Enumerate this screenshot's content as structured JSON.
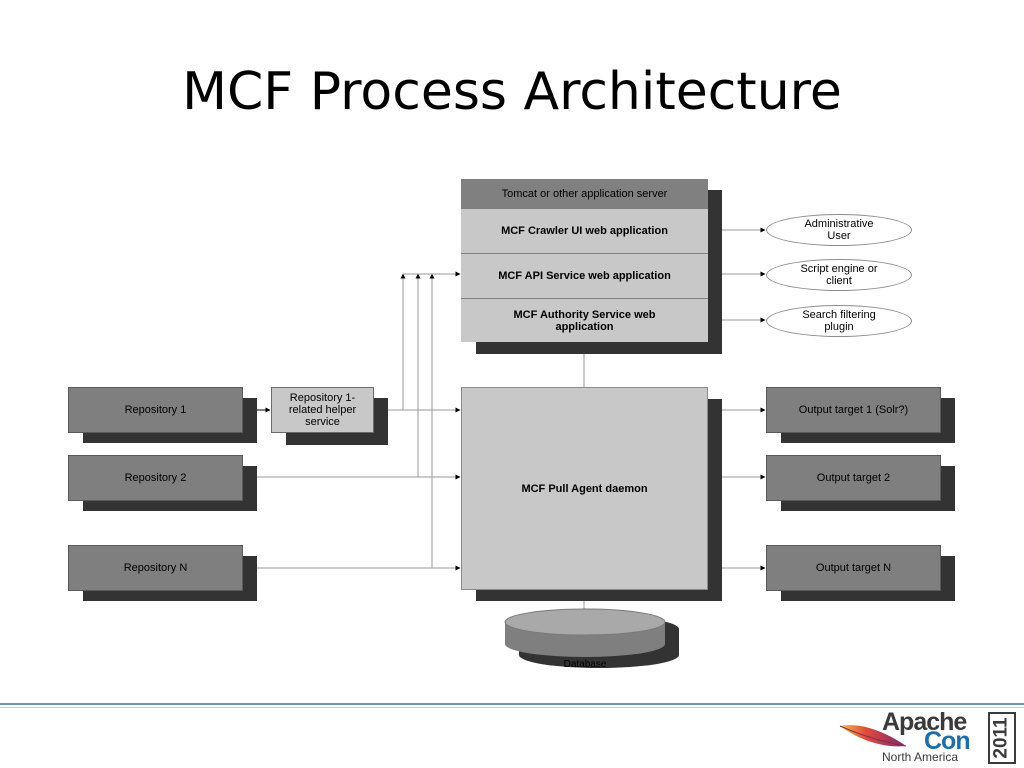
{
  "slide": {
    "title": "MCF Process Architecture"
  },
  "server": {
    "header": "Tomcat or other application server",
    "apps": [
      "MCF Crawler UI web application",
      "MCF API Service web application",
      "MCF Authority Service web application"
    ]
  },
  "clients": [
    "Administrative User",
    "Script engine or client",
    "Search filtering plugin"
  ],
  "repositories": [
    "Repository 1",
    "Repository 2",
    "Repository N"
  ],
  "helper": "Repository 1-related helper service",
  "pull_agent": "MCF Pull Agent daemon",
  "outputs": [
    "Output target 1 (Solr?)",
    "Output target 2",
    "Output target N"
  ],
  "database": "Database",
  "logo": {
    "apache": "Apache",
    "con": "Con",
    "region": "North America",
    "year": "2011"
  },
  "colors": {
    "box_dark": "#7f7f7f",
    "box_light": "#c8c8c8",
    "shadow": "#333333",
    "footer_rule": "#6e95b5",
    "logo_blue": "#1f6ea8"
  }
}
